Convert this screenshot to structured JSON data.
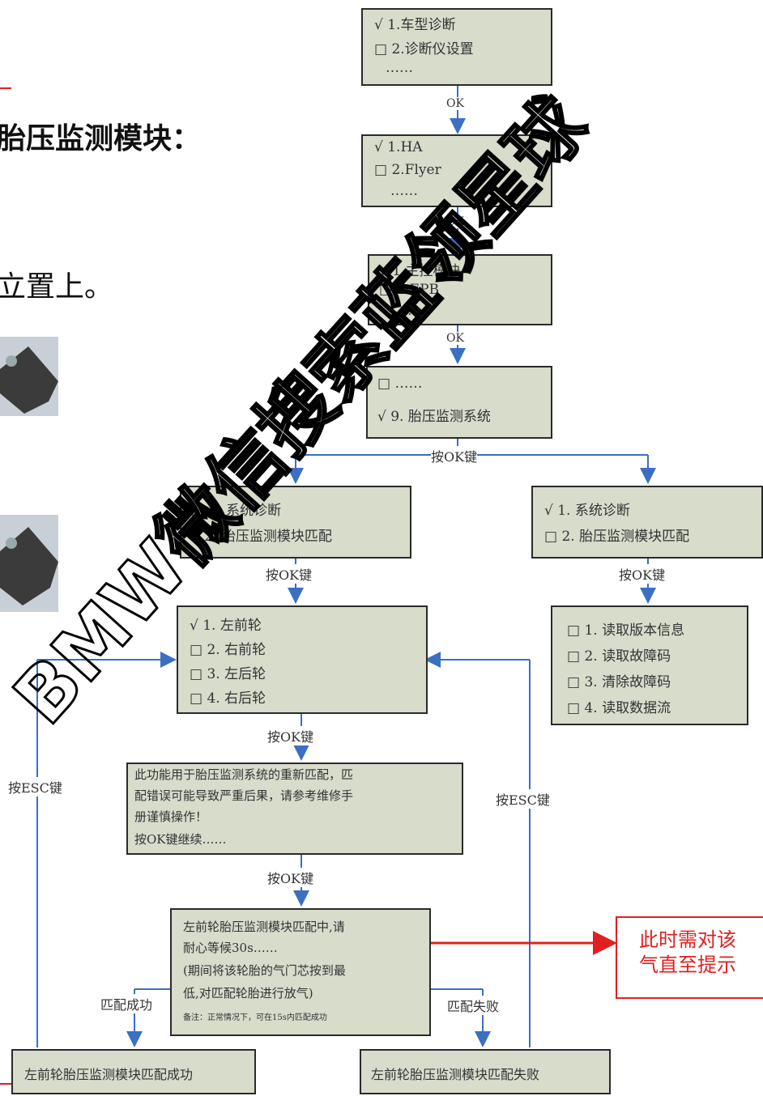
{
  "headings": {
    "line1": "胎压监测模块：",
    "line2": "立置上。"
  },
  "boxes": {
    "b1": [
      "√ 1.车型诊断",
      "□ 2.诊断仪设置",
      "……"
    ],
    "b2": [
      "√ 1.HA",
      "□ 2.Flyer",
      "……"
    ],
    "b3": [
      "√ 1.主控模块",
      "□ 2.EPB",
      "……"
    ],
    "b4": [
      "□ ……",
      "√ 9. 胎压监测系统"
    ],
    "b5": [
      "□ 1. 系统诊断",
      "√ 2. 胎压监测模块匹配"
    ],
    "b6": [
      "√ 1. 系统诊断",
      "□ 2. 胎压监测模块匹配"
    ],
    "b7": [
      "√ 1. 左前轮",
      "□ 2. 右前轮",
      "□ 3. 左后轮",
      "□ 4. 右后轮"
    ],
    "b8": [
      "□ 1. 读取版本信息",
      "□ 2. 读取故障码",
      "□ 3. 清除故障码",
      "□ 4. 读取数据流"
    ],
    "b9": [
      "此功能用于胎压监测系统的重新匹配，匹",
      "配错误可能导致严重后果，请参考维修手",
      "册谨慎操作！",
      "按OK键继续……"
    ],
    "b10": [
      "左前轮胎压监测模块匹配中,请",
      "耐心等候30s……",
      "(期间将该轮胎的气门芯按到最",
      "低,对匹配轮胎进行放气)",
      "备注：正常情况下，可在15s内匹配成功"
    ],
    "b11": "左前轮胎压监测模块匹配成功",
    "b12": "左前轮胎压监测模块匹配失败"
  },
  "labels": {
    "ok": "OK",
    "press_ok": "按OK键",
    "press_esc": "按ESC键",
    "match_ok": "匹配成功",
    "match_fail": "匹配失败"
  },
  "note": [
    "此时需对该",
    "气直至提示"
  ],
  "watermark": "BMW微信搜索蓝领星球",
  "colors": {
    "box_fill": "#d7dccb",
    "arrow": "#3a6fc4",
    "note_red": "#e02020"
  }
}
